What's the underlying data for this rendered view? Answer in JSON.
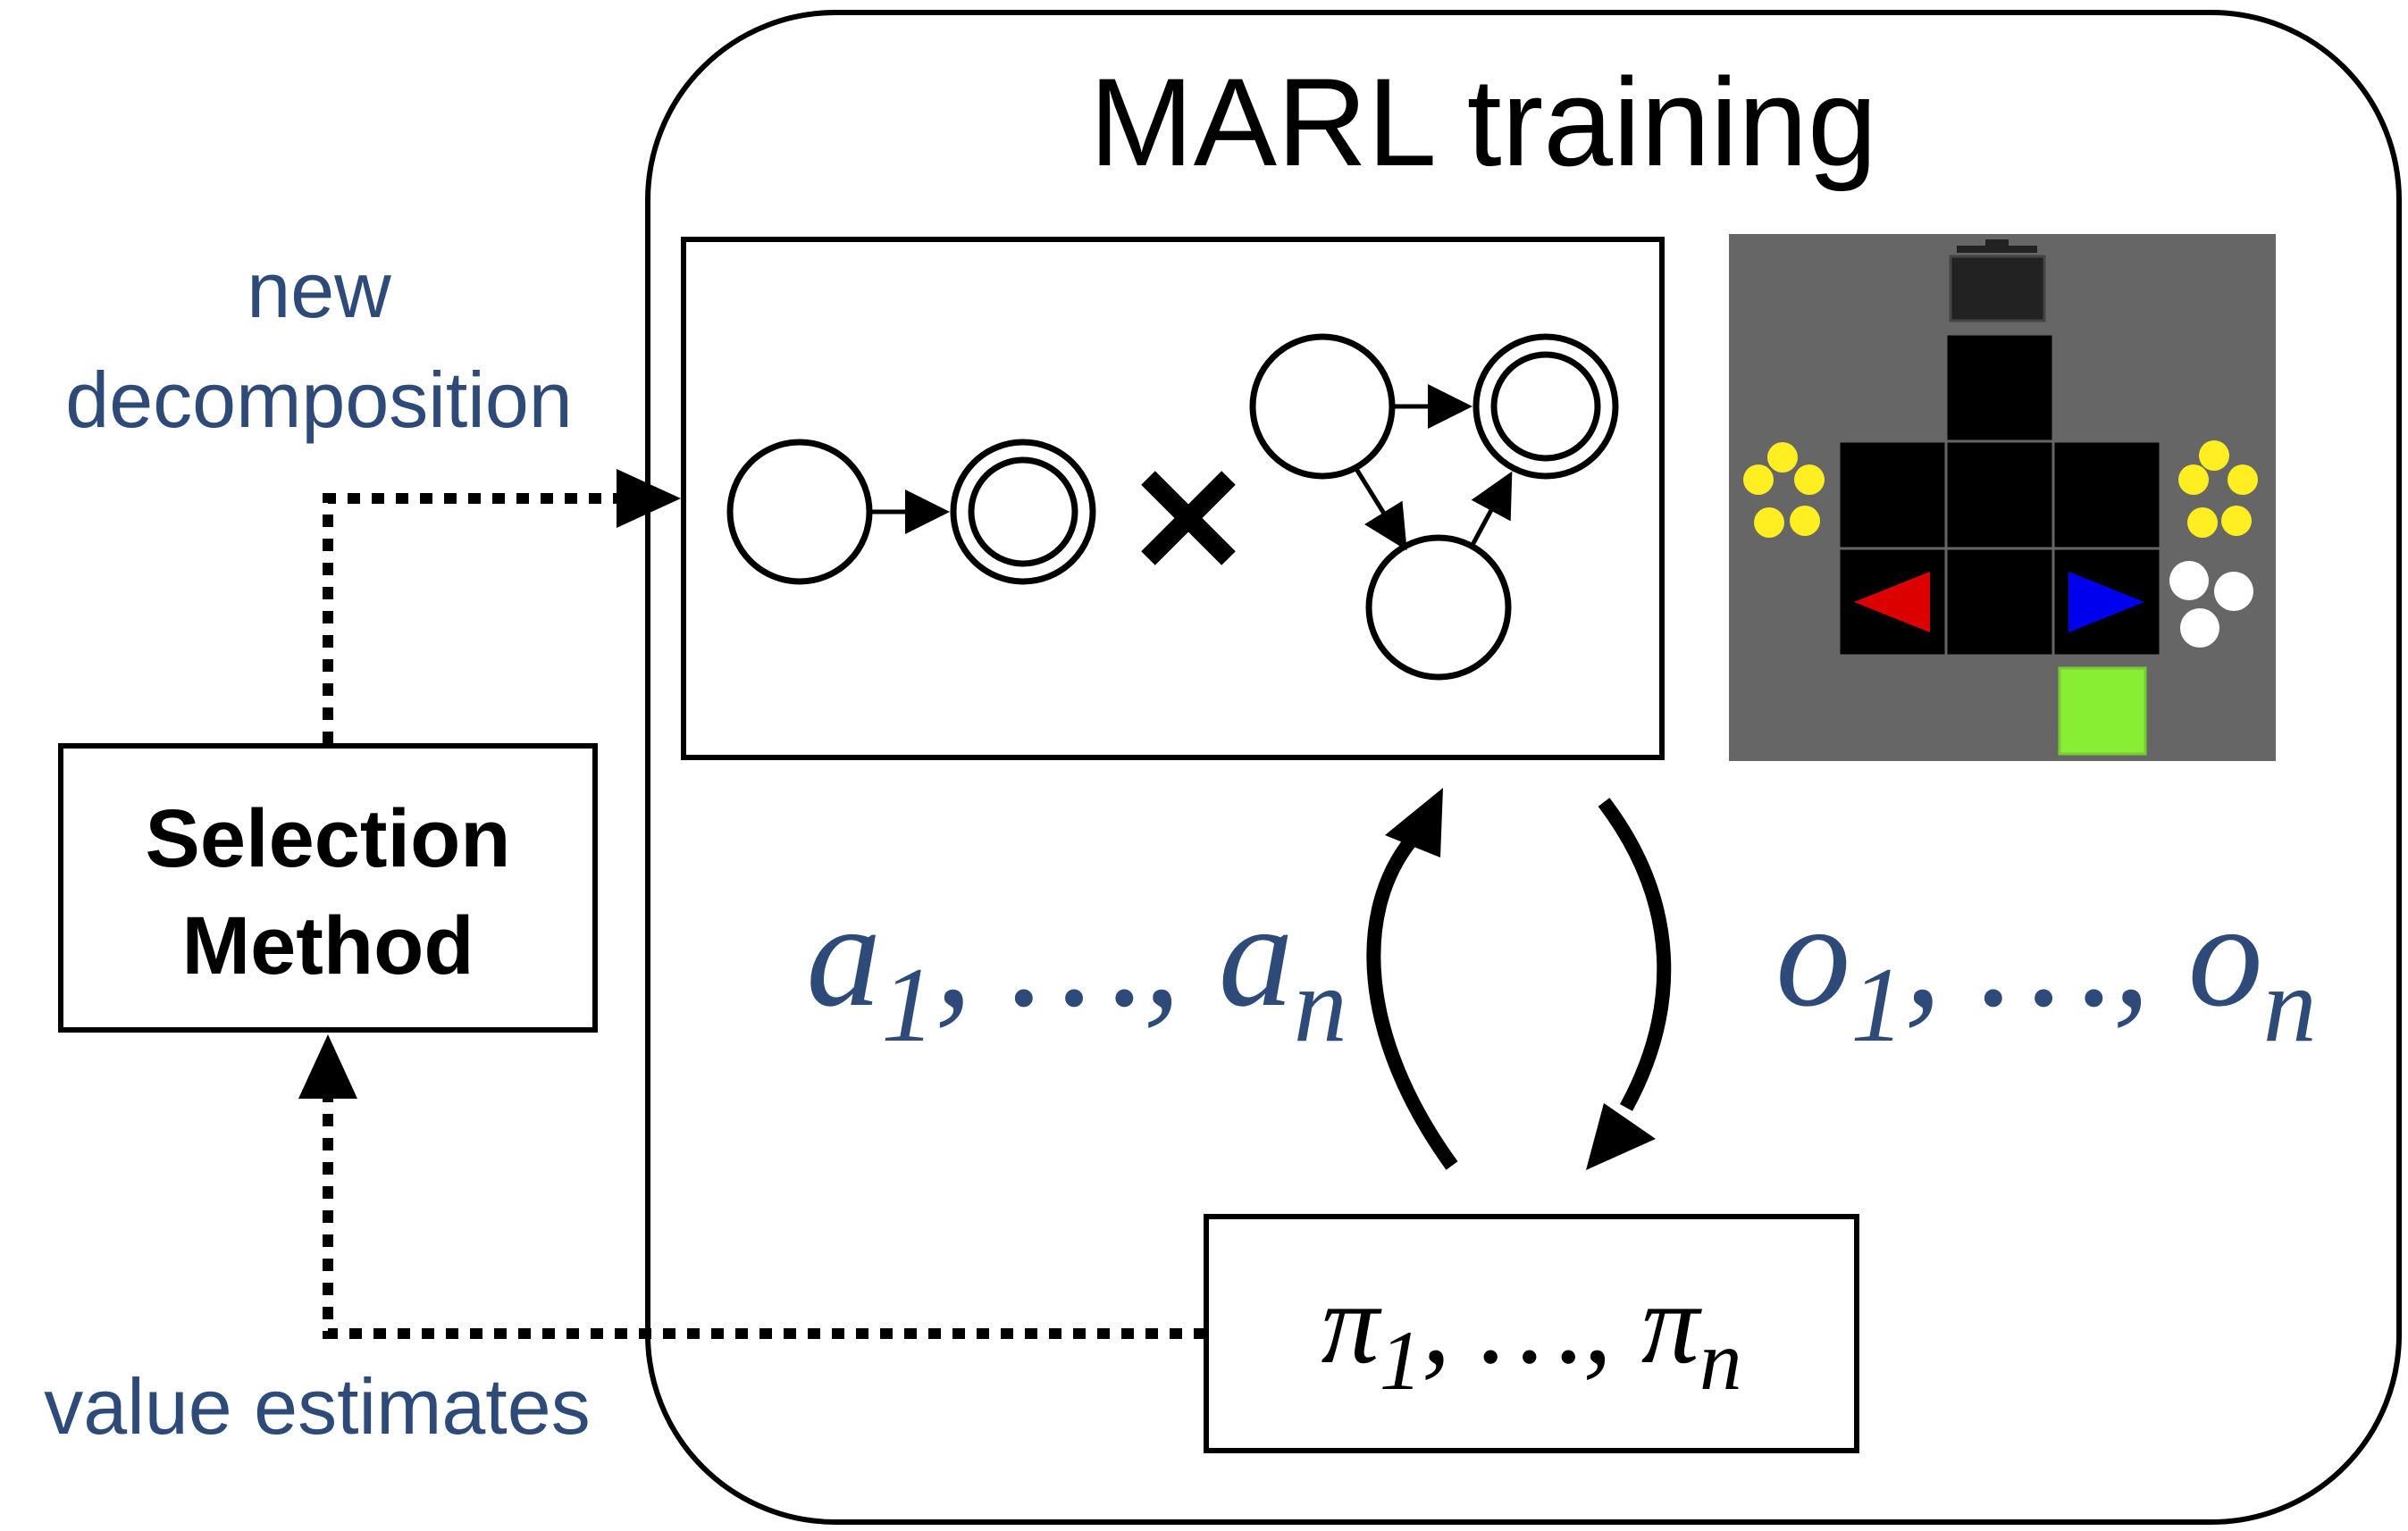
{
  "title": "MARL training",
  "labels": {
    "new_line1": "new",
    "new_line2": "decomposition",
    "value_estimates": "value estimates",
    "selection_line1": "Selection",
    "selection_line2": "Method"
  },
  "math": {
    "actions": {
      "base": "a",
      "sub1": "1",
      "mid": ", …, ",
      "subn": "n"
    },
    "observations": {
      "base": "o",
      "sub1": "1",
      "mid": ", …, ",
      "subn": "n"
    },
    "policies": {
      "base": "π",
      "sub1": "1",
      "mid": ", …, ",
      "subn": "n"
    }
  },
  "colors": {
    "label_blue": "#2e4a78",
    "stroke": "#000000",
    "env_background": "#666666",
    "agent_left": "#dd0000",
    "agent_right": "#0000ee",
    "goal": "#88ee33",
    "yellow_token": "#ffee22",
    "white_token": "#ffffff"
  },
  "icons": {
    "product_symbol": "times-icon",
    "environment": "gridworld-environment-image"
  }
}
